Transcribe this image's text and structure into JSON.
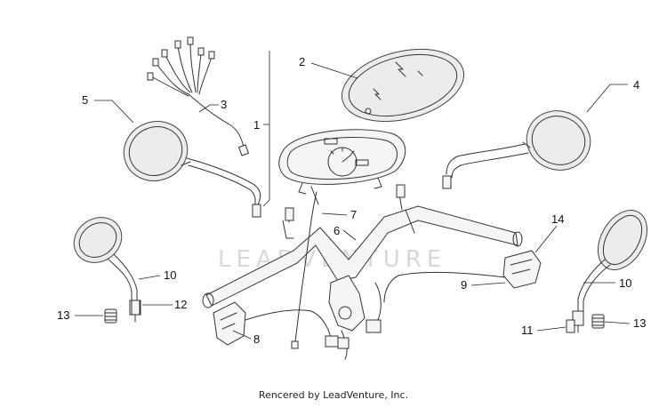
{
  "watermark": "LEADVENTURE",
  "footer": "Rencered by LeadVenture, Inc.",
  "callouts": [
    "1",
    "2",
    "3",
    "4",
    "5",
    "6",
    "7",
    "8",
    "9",
    "10",
    "10",
    "11",
    "12",
    "13",
    "13",
    "14"
  ]
}
